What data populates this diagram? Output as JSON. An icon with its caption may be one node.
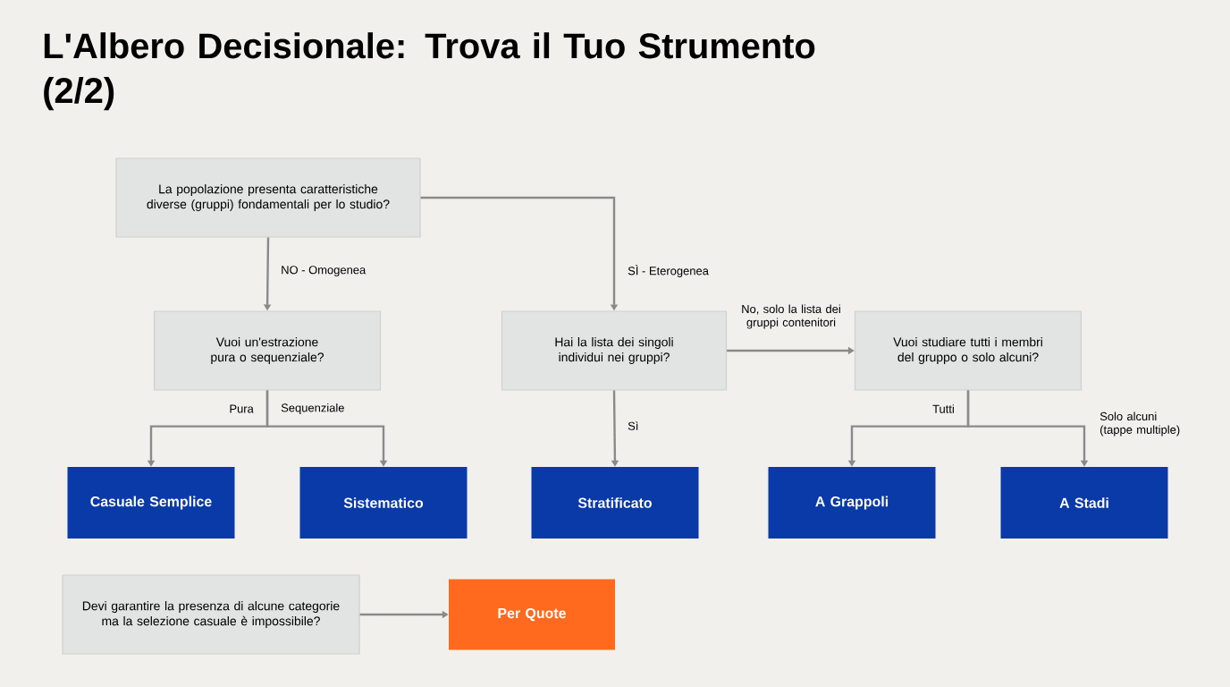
{
  "diagram": {
    "title": "L'Albero Decisionale: Trova il Tuo Strumento (2/2)",
    "nodes": [
      {
        "text": [
          "La popolazione presenta caratteristiche diverse (gruppi) fondamentali per lo studio?"
        ]
      },
      {
        "text": [
          "Vuoi un'estrazione pura o sequenziale?"
        ]
      },
      {
        "text": [
          "Hai la lista dei singoli individui nei gruppi?"
        ]
      },
      {
        "text": [
          "Vuoi studiare tutti i membri del gruppo o solo alcuni?"
        ]
      },
      {
        "text": [
          "Casuale Semplice"
        ]
      },
      {
        "text": [
          "Sistematico"
        ]
      },
      {
        "text": [
          "Stratificato"
        ]
      },
      {
        "text": [
          "A Grappoli"
        ]
      },
      {
        "text": [
          "A Stadi"
        ]
      },
      {
        "text": [
          "Devi garantire la presenza di alcune categorie ma la selezione casuale è impossibile?"
        ]
      },
      {
        "text": [
          "Per Quote"
        ]
      }
    ],
    "edges": [
      {
        "from": 0,
        "to": 1,
        "arrow": "to",
        "label": "NO - Omogenea"
      },
      {
        "from": 0,
        "to": 2,
        "arrow": "to",
        "label": "SÌ - Eterogenea"
      },
      {
        "from": 1,
        "to": 4,
        "arrow": "to",
        "label": "Pura"
      },
      {
        "from": 1,
        "to": 5,
        "arrow": "to",
        "label": "Sequenziale"
      },
      {
        "from": 2,
        "to": 6,
        "arrow": "to",
        "label": "Sì"
      },
      {
        "from": 2,
        "to": 3,
        "arrow": "to",
        "label": "No, solo la lista dei gruppi contenitori"
      },
      {
        "from": 3,
        "to": 7,
        "arrow": "to",
        "label": "Tutti"
      },
      {
        "from": 3,
        "to": 8,
        "arrow": "to",
        "label": "Solo alcuni (tappe multiple)"
      },
      {
        "from": 9,
        "to": 10,
        "arrow": "to"
      }
    ]
  }
}
